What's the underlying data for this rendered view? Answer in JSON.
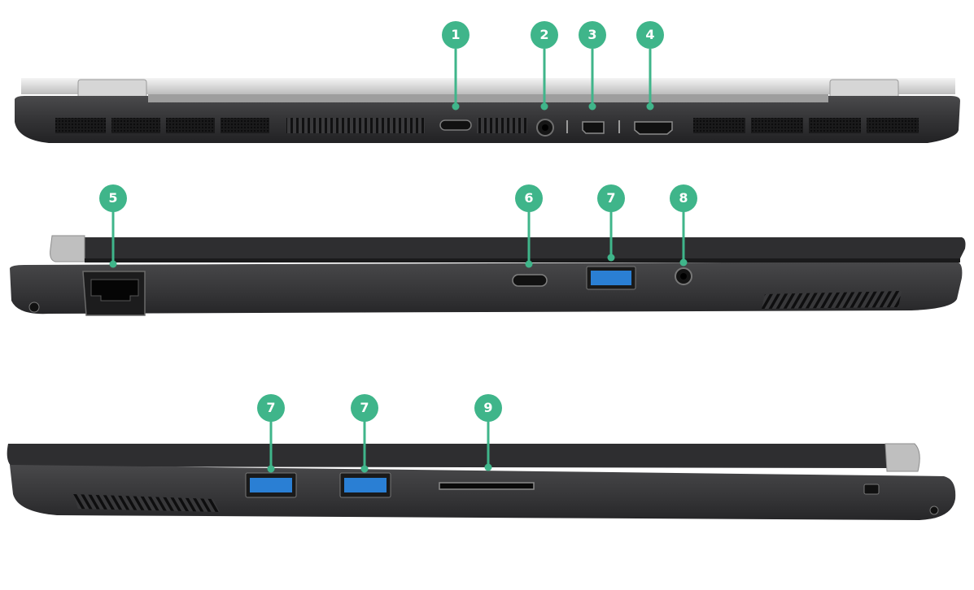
{
  "colors": {
    "accent": "#3fb58a",
    "body": "#3b3b3d",
    "usb": "#2a7fd4"
  },
  "callouts": [
    {
      "label": "1",
      "port": "usb-c-port"
    },
    {
      "label": "2",
      "port": "dc-in-port"
    },
    {
      "label": "3",
      "port": "mini-displayport"
    },
    {
      "label": "4",
      "port": "hdmi-port"
    },
    {
      "label": "5",
      "port": "ethernet-port"
    },
    {
      "label": "6",
      "port": "usb-c-port"
    },
    {
      "label": "7",
      "port": "usb-a-port"
    },
    {
      "label": "8",
      "port": "audio-jack"
    },
    {
      "label": "7",
      "port": "usb-a-port"
    },
    {
      "label": "7",
      "port": "usb-a-port"
    },
    {
      "label": "9",
      "port": "card-reader-slot"
    }
  ]
}
